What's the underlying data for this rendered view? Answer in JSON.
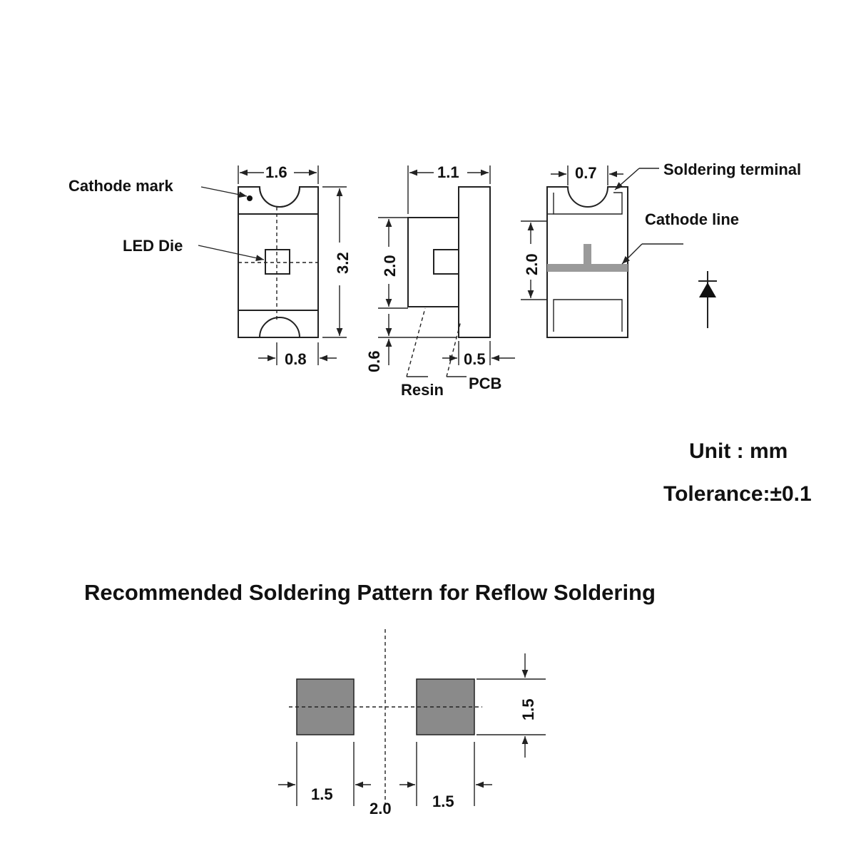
{
  "package": {
    "top_view": {
      "width_dim": "1.6",
      "length_dim": "3.2",
      "notch_dim": "0.8",
      "cathode_mark_label": "Cathode mark",
      "led_die_label": "LED Die"
    },
    "side_view": {
      "thickness_dim": "1.1",
      "body_dim": "2.0",
      "offset_dim": "0.6",
      "pcb_dim": "0.5",
      "resin_label": "Resin",
      "pcb_label": "PCB"
    },
    "bottom_view": {
      "terminal_dim": "0.7",
      "body_dim": "2.0",
      "soldering_terminal_label": "Soldering terminal",
      "cathode_line_label": "Cathode line"
    },
    "unit_text": "Unit : mm",
    "tolerance_text": "Tolerance:±0.1"
  },
  "soldering_pattern": {
    "title": "Recommended Soldering Pattern for Reflow Soldering",
    "pad_height_dim": "1.5",
    "left_pad_dim": "1.5",
    "gap_dim": "2.0",
    "right_pad_dim": "1.5"
  },
  "colors": {
    "line": "#222222",
    "pad_fill": "#8a8a8a",
    "cathode_bar": "#9a9a9a"
  }
}
